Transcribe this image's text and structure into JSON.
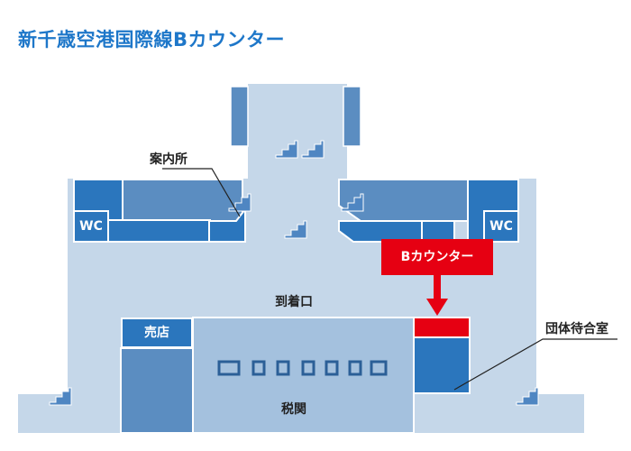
{
  "title": "新千歳空港国際線Bカウンター",
  "labels": {
    "information": "案内所",
    "arrival": "到着口",
    "customs": "税関",
    "group_waiting": "団体待合室",
    "wc_left": "WC",
    "wc_right": "WC",
    "shop": "売店",
    "b_counter": "Bカウンター"
  },
  "colors": {
    "floor": "#c5d7e9",
    "room_dark": "#2b76bd",
    "room_mid": "#5b8dc1",
    "room_light": "#a4c1de",
    "accent": "#e60012",
    "title": "#1e77c9"
  },
  "icons": [
    "escalator-icon"
  ]
}
